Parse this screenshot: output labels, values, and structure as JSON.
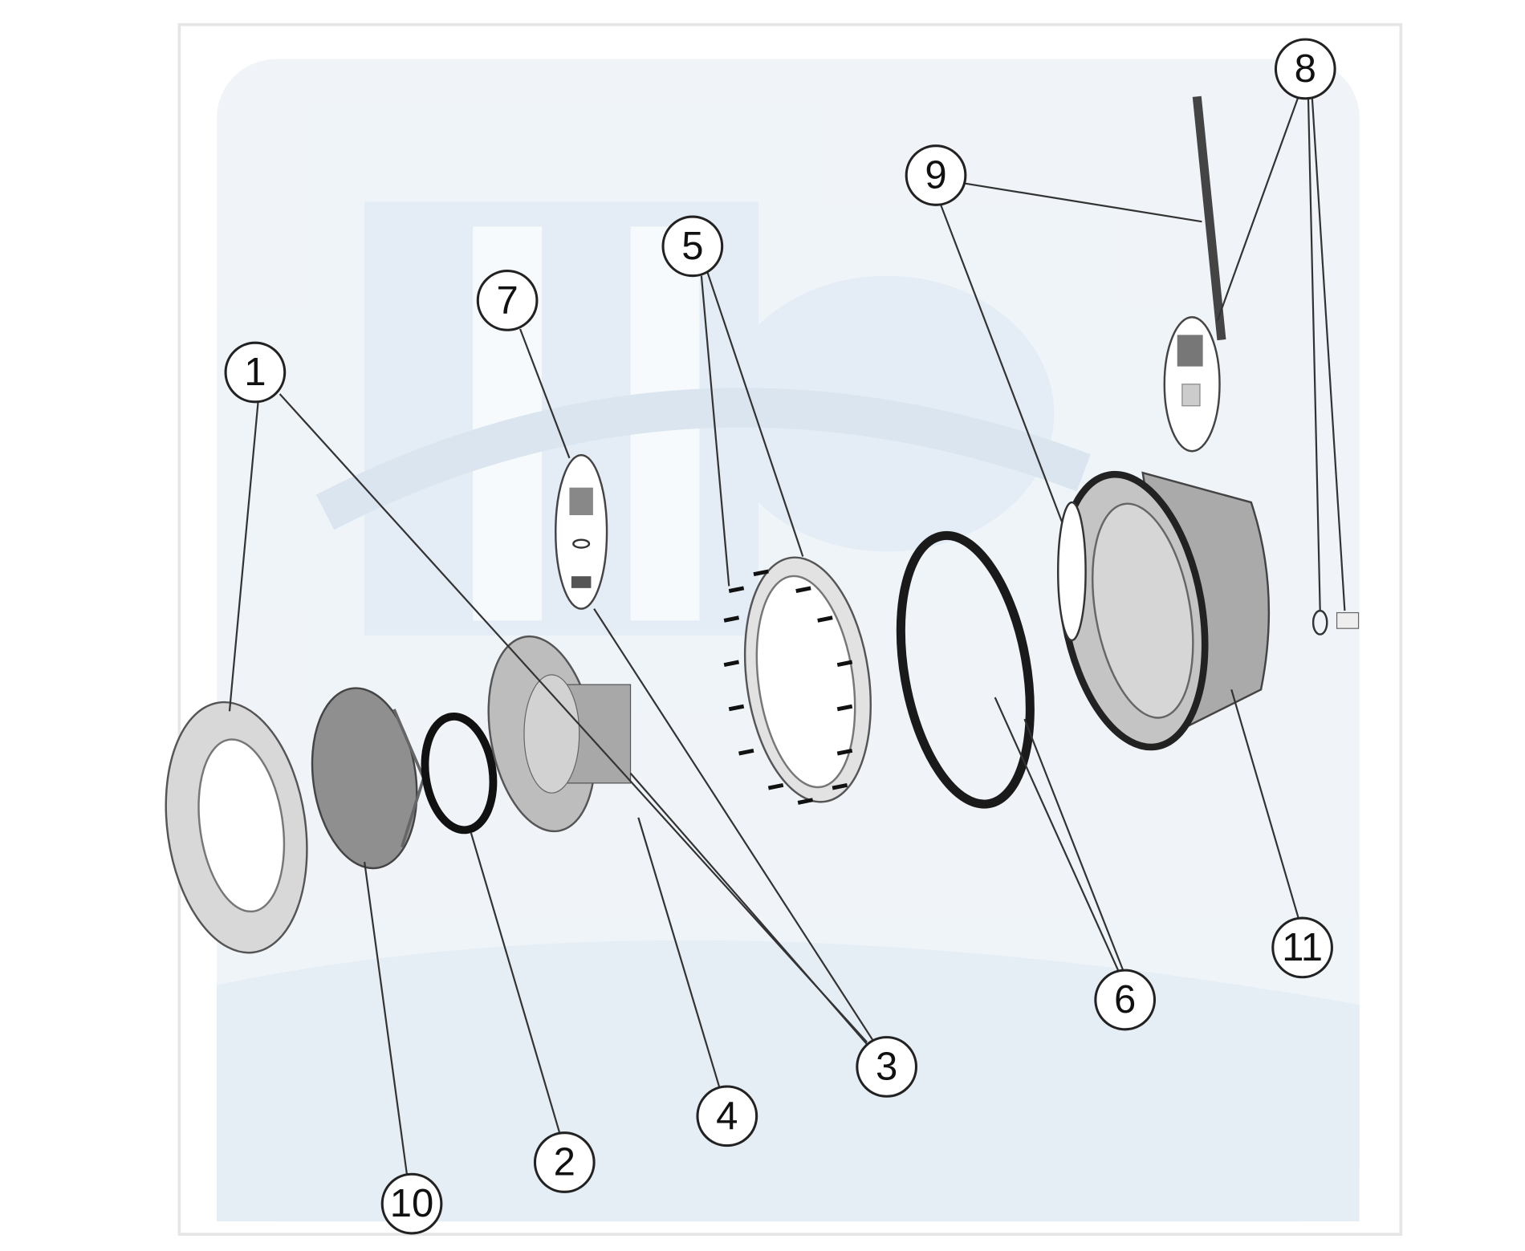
{
  "diagram": {
    "type": "exploded-parts-diagram",
    "callouts": [
      {
        "id": "1",
        "label": "1"
      },
      {
        "id": "2",
        "label": "2"
      },
      {
        "id": "3",
        "label": "3"
      },
      {
        "id": "4",
        "label": "4"
      },
      {
        "id": "5",
        "label": "5"
      },
      {
        "id": "6",
        "label": "6"
      },
      {
        "id": "7",
        "label": "7"
      },
      {
        "id": "8",
        "label": "8"
      },
      {
        "id": "9",
        "label": "9"
      },
      {
        "id": "10",
        "label": "10"
      },
      {
        "id": "11",
        "label": "11"
      }
    ],
    "colors": {
      "watermark": "#dde8f2",
      "line": "#222222",
      "part": "#9a9a9a"
    }
  }
}
